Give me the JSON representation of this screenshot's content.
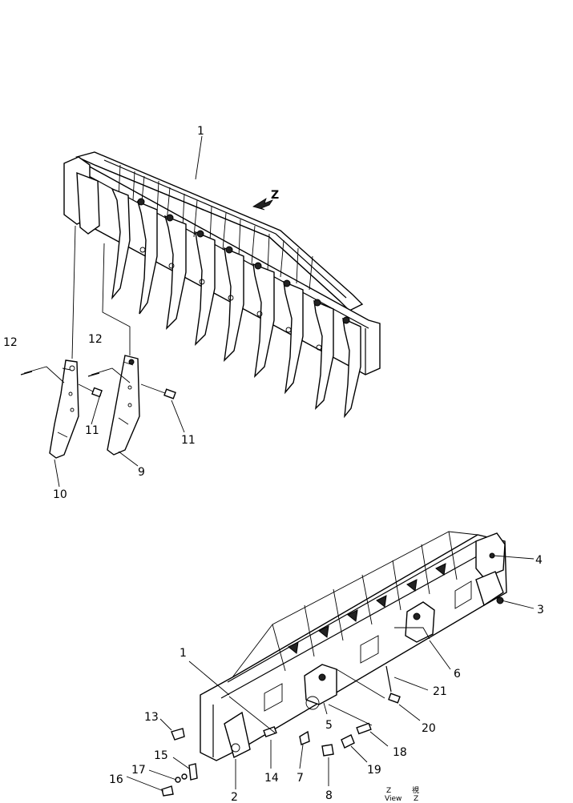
{
  "callouts": {
    "c1_top": "1",
    "c9": "9",
    "c10": "10",
    "c11_a": "11",
    "c11_b": "11",
    "c12_a": "12",
    "c12_b": "12",
    "c1_bottom": "1",
    "c2": "2",
    "c3": "3",
    "c4": "4",
    "c5": "5",
    "c6": "6",
    "c7": "7",
    "c8": "8",
    "c13": "13",
    "c14": "14",
    "c15": "15",
    "c16": "16",
    "c17": "17",
    "c18": "18",
    "c19": "19",
    "c20": "20",
    "c21": "21"
  },
  "view_marker": {
    "arrow_letter": "Z",
    "caption_letter": "Z",
    "caption_word": "View",
    "caption_kanji": "視",
    "caption_letter_2": "Z"
  }
}
